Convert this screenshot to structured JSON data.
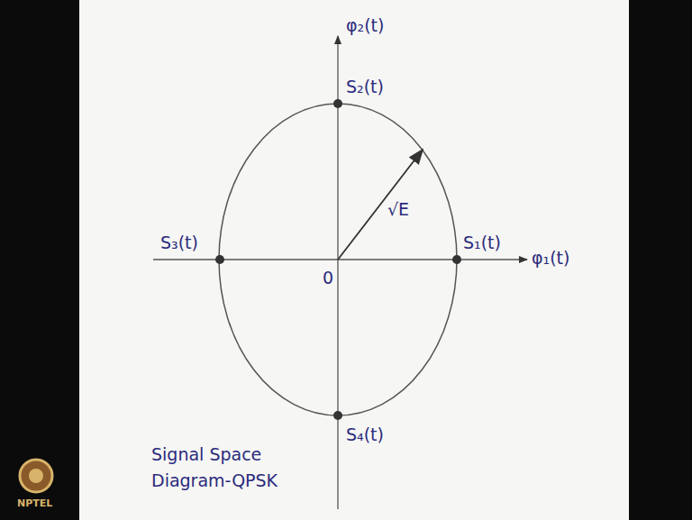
{
  "diagram": {
    "caption": "Signal Space Diagram-QPSK",
    "labels": [
      "φ₂(t)",
      "S₂(t)",
      "√E",
      "S₃(t)",
      "0",
      "S₁(t)",
      "φ₁(t)",
      "S₄(t)",
      "NPTEL"
    ]
  }
}
